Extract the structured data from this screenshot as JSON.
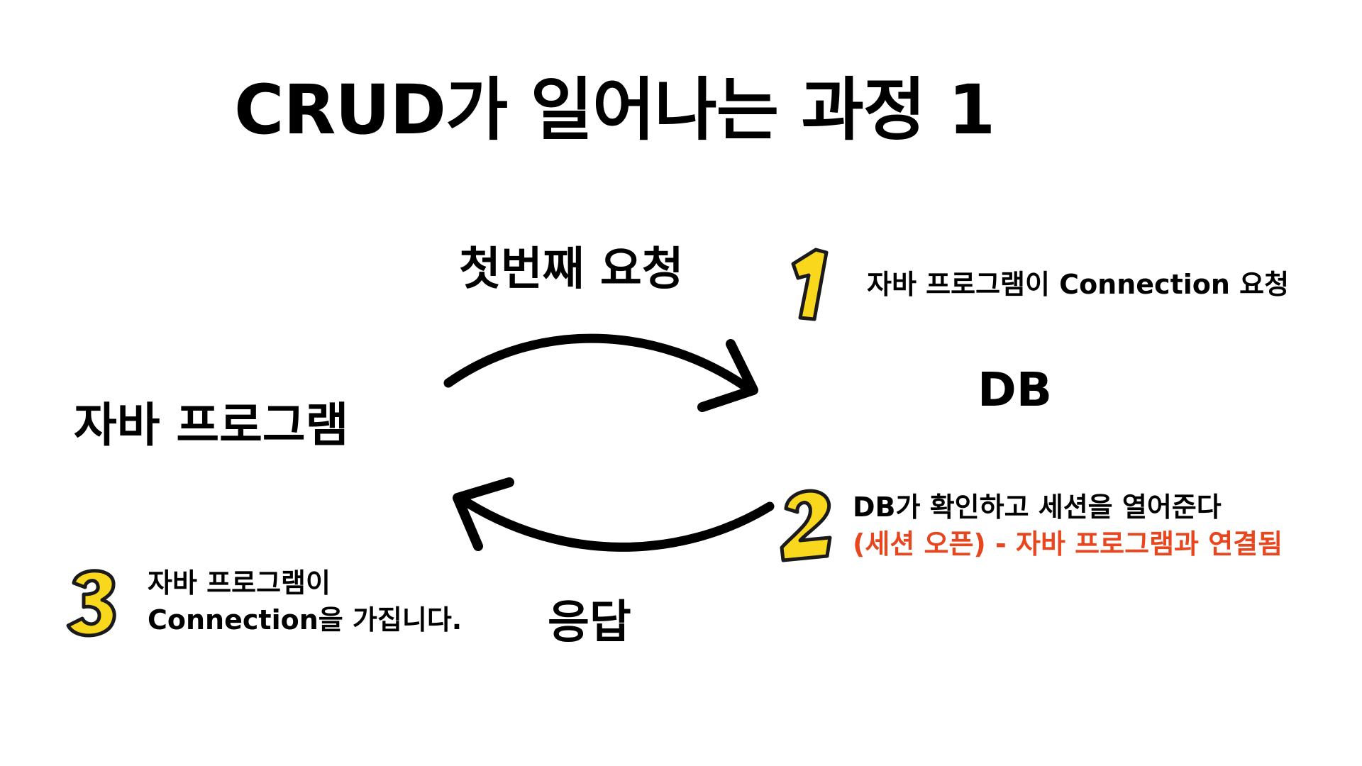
{
  "title": "CRUD가 일어나는 과정 1",
  "nodes": {
    "java_program": "자바 프로그램",
    "db": "DB"
  },
  "arrows": {
    "request_label": "첫번째 요청",
    "response_label": "응답"
  },
  "steps": [
    {
      "number": "1",
      "text": "자바 프로그램이 Connection 요청"
    },
    {
      "number": "2",
      "text": "DB가 확인하고 세션을 열어준다",
      "highlight": "(세션 오픈) - 자바 프로그램과 연결됨"
    },
    {
      "number": "3",
      "line1": "자바 프로그램이",
      "line2": "Connection을 가집니다."
    }
  ],
  "colors": {
    "background": "#ffffff",
    "text": "#000000",
    "highlight": "#e8461e",
    "number_fill": "#f9d71c",
    "number_outline": "#1a1a1a"
  }
}
